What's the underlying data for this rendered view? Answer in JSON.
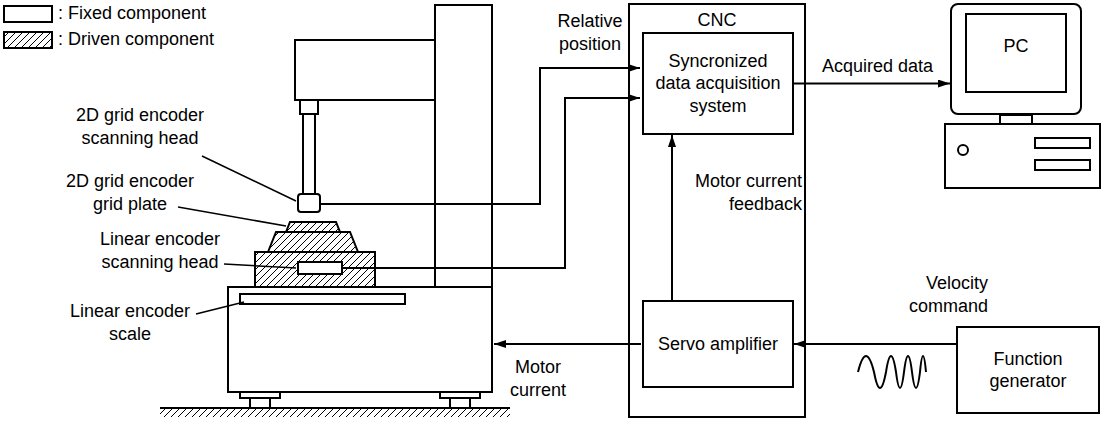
{
  "diagram": {
    "nodes": [
      {
        "text": [
          "CNC"
        ]
      },
      {
        "text": [
          "Syncronized data acquisition system"
        ],
        "in": 0
      },
      {
        "text": [
          "Servo amplifier"
        ],
        "in": 0
      },
      {
        "text": [
          "PC"
        ]
      },
      {
        "text": [
          "Function generator"
        ]
      }
    ],
    "edges": [
      {
        "from": 1,
        "to": 3,
        "label": "Acquired data",
        "arrow": "to"
      },
      {
        "from": 2,
        "to": 1,
        "label": "Motor current feedback",
        "arrow": "to"
      },
      {
        "from": 4,
        "to": 2,
        "label": "Velocity command",
        "arrow": "to"
      }
    ],
    "labels": [
      "Relative position",
      "2D grid encoder scanning head",
      "2D grid encoder grid plate",
      "Linear encoder scanning head",
      "Linear encoder scale",
      "Motor current"
    ],
    "legend": [
      {
        "text": ": Fixed component",
        "color": "#ffffff"
      },
      {
        "text": ": Driven component"
      }
    ]
  }
}
